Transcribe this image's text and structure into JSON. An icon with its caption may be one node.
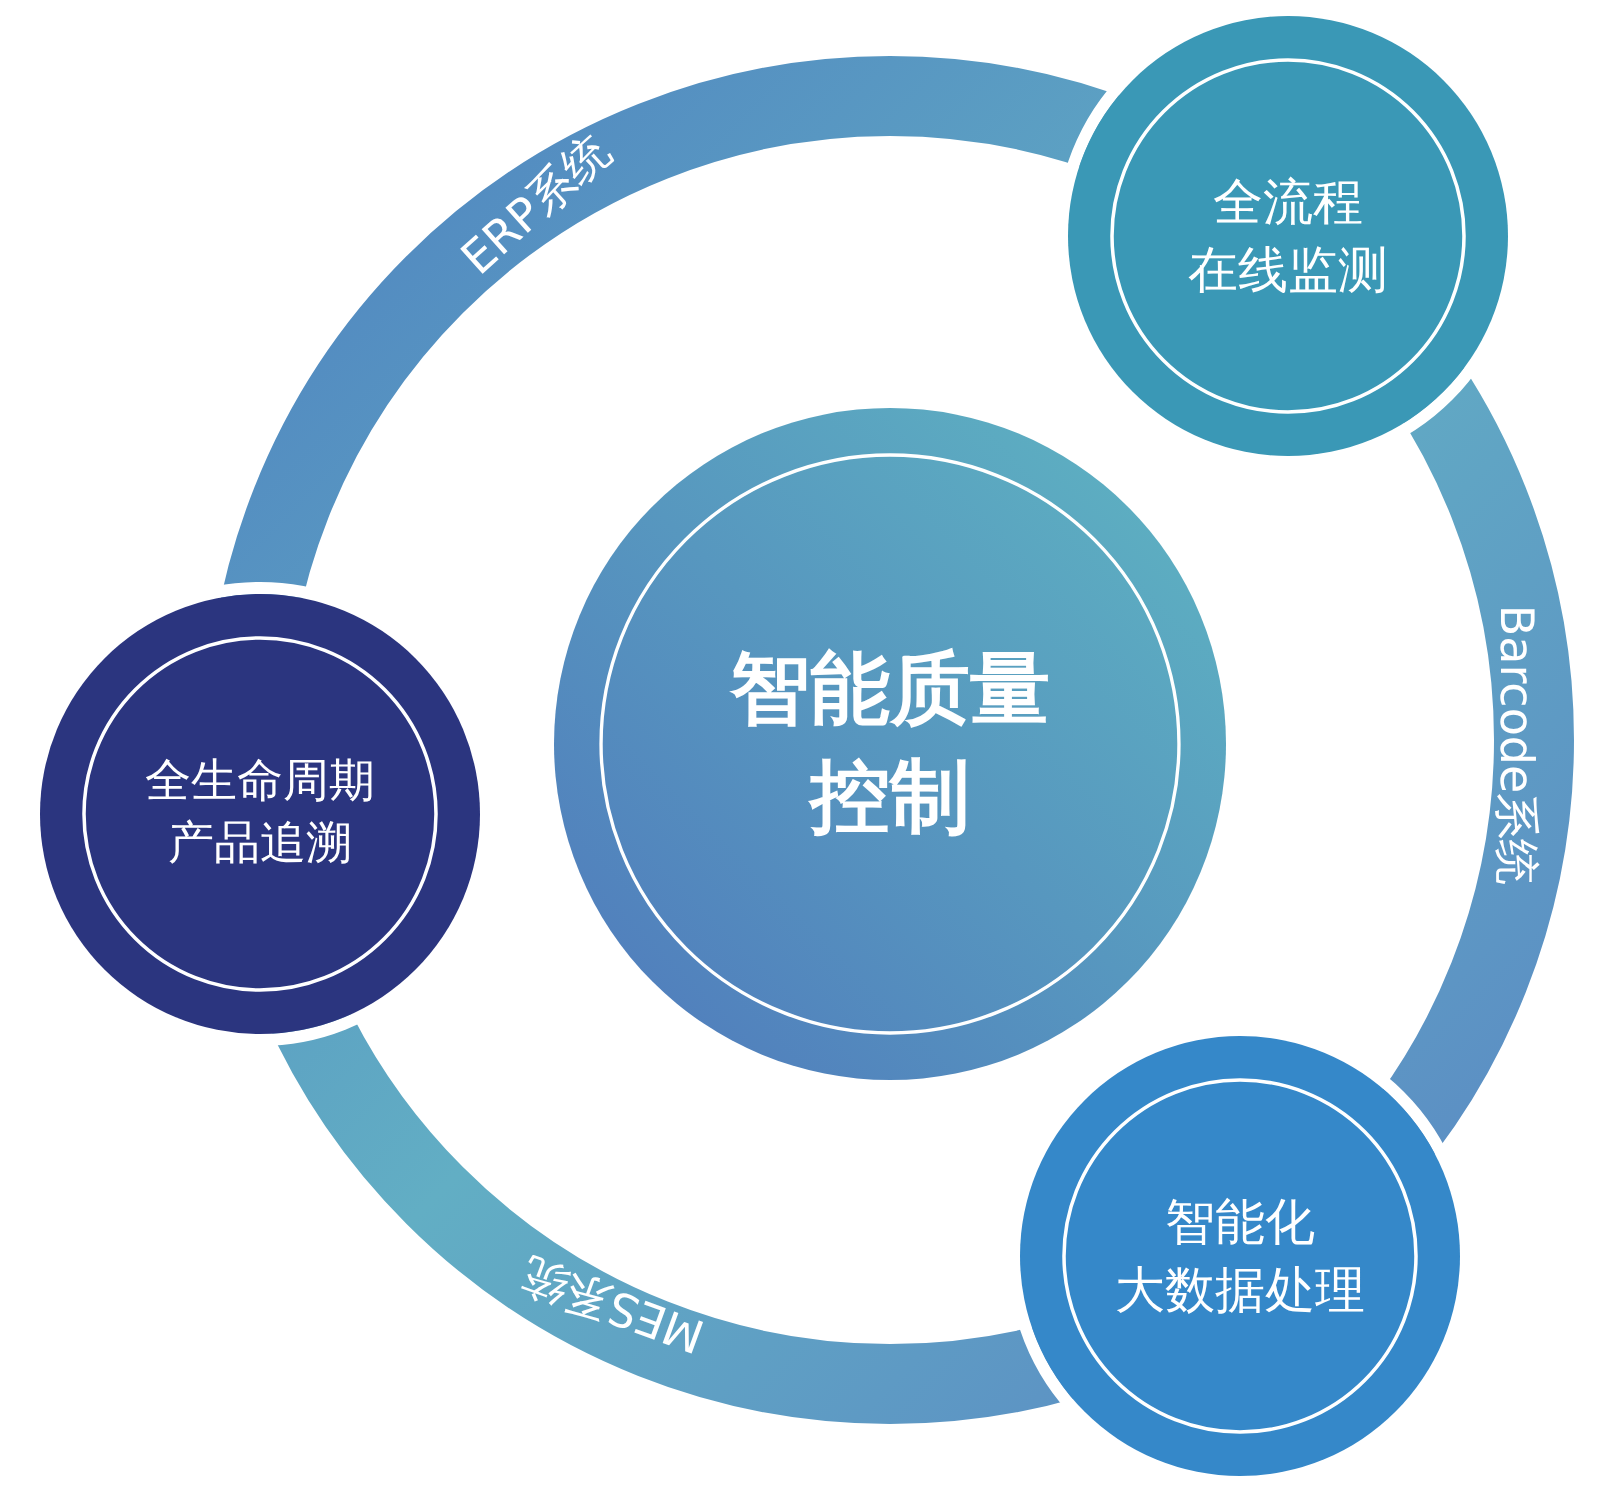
{
  "diagram": {
    "nodes": [
      {
        "text": [
          "智能质量控制"
        ]
      },
      {
        "text": [
          "全流程在线监测"
        ]
      },
      {
        "text": [
          "全生命周期产品追溯"
        ]
      },
      {
        "text": [
          "智能化大数据处理"
        ]
      }
    ],
    "labels": [
      "ERP系统",
      "Barcode系统",
      "MES系统"
    ]
  }
}
